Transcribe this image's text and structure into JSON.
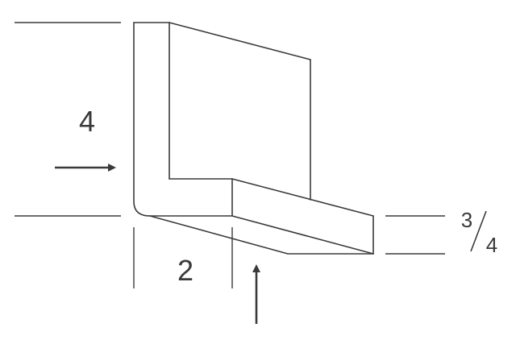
{
  "diagram": {
    "labels": {
      "height": "4",
      "depth": "2",
      "thickness_numerator": "3",
      "thickness_denominator": "4"
    },
    "colors": {
      "stroke": "#3a3a3a",
      "text": "#3a3a3a",
      "background": "#ffffff"
    }
  }
}
